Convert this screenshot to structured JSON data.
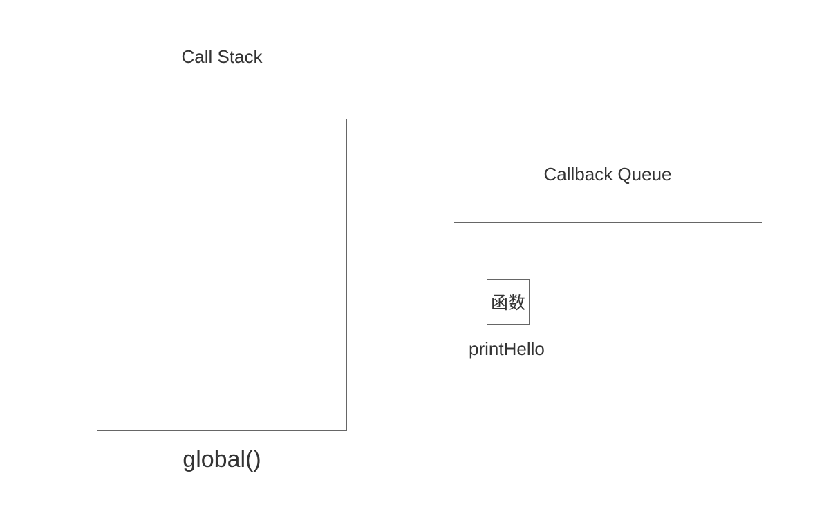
{
  "call_stack": {
    "title": "Call Stack",
    "frame_label": "global()"
  },
  "callback_queue": {
    "title": "Callback Queue",
    "items": [
      {
        "badge": "函数",
        "name": "printHello"
      }
    ]
  },
  "colors": {
    "text": "#333333",
    "border": "#666666",
    "background": "#ffffff"
  }
}
